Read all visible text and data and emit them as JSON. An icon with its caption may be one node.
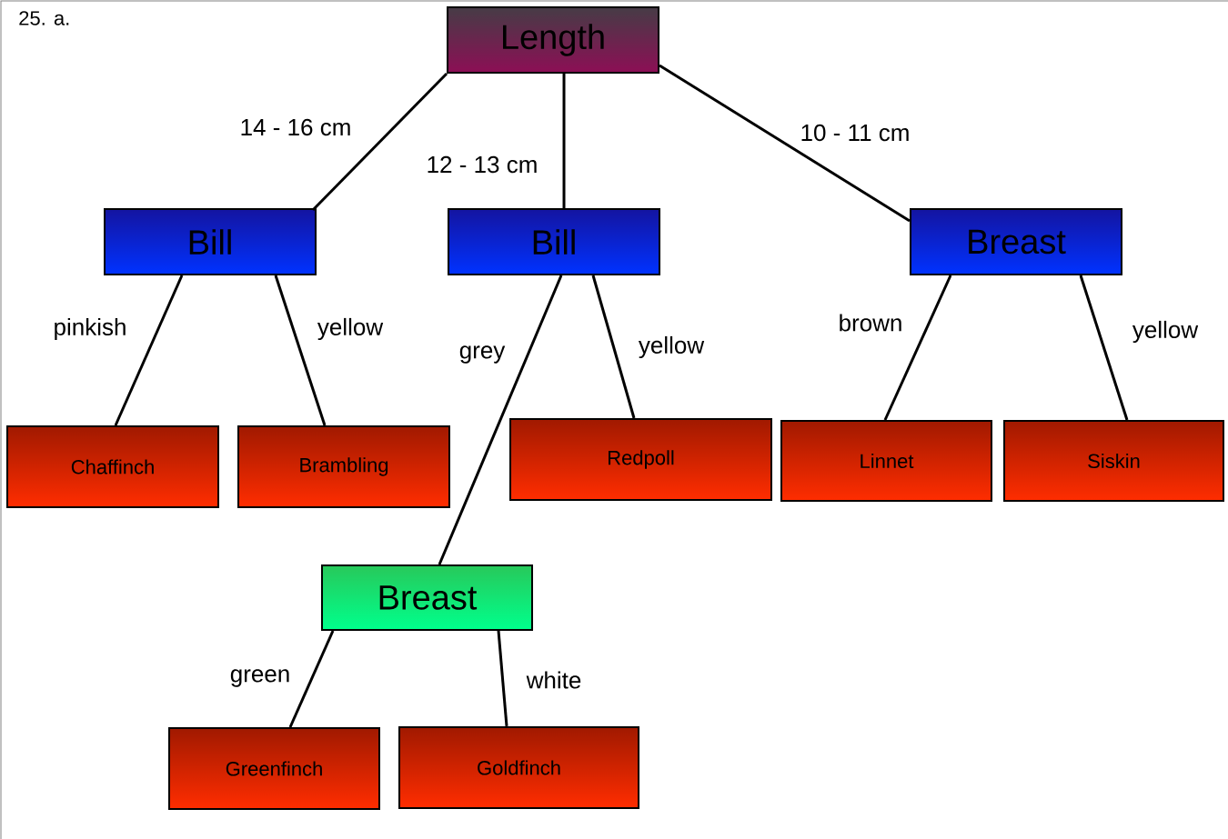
{
  "diagram": {
    "nodes": [
      {
        "text": [
          "Length"
        ]
      },
      {
        "text": [
          "Bill"
        ]
      },
      {
        "text": [
          "Bill"
        ]
      },
      {
        "text": [
          "Breast"
        ]
      },
      {
        "text": [
          "Chaffinch"
        ]
      },
      {
        "text": [
          "Brambling"
        ]
      },
      {
        "text": [
          "Redpoll"
        ]
      },
      {
        "text": [
          "Linnet"
        ]
      },
      {
        "text": [
          "Siskin"
        ]
      },
      {
        "text": [
          "Breast"
        ]
      },
      {
        "text": [
          "Greenfinch"
        ]
      },
      {
        "text": [
          "Goldfinch"
        ]
      }
    ],
    "edges": [
      {
        "from": 0,
        "to": 1,
        "arrow": "none",
        "label": "14 - 16 cm"
      },
      {
        "from": 0,
        "to": 2,
        "arrow": "none",
        "label": "12 - 13 cm"
      },
      {
        "from": 0,
        "to": 3,
        "arrow": "none",
        "label": "10 - 11 cm"
      },
      {
        "from": 1,
        "to": 4,
        "arrow": "none",
        "label": "pinkish"
      },
      {
        "from": 1,
        "to": 5,
        "arrow": "none",
        "label": "yellow"
      },
      {
        "from": 2,
        "to": 9,
        "arrow": "none",
        "label": "grey"
      },
      {
        "from": 2,
        "to": 6,
        "arrow": "none",
        "label": "yellow"
      },
      {
        "from": 3,
        "to": 7,
        "arrow": "none",
        "label": "brown"
      },
      {
        "from": 3,
        "to": 8,
        "arrow": "none",
        "label": "yellow"
      },
      {
        "from": 9,
        "to": 10,
        "arrow": "none",
        "label": "green"
      },
      {
        "from": 9,
        "to": 11,
        "arrow": "none",
        "label": "white"
      }
    ],
    "labels": [
      "25. a."
    ]
  }
}
